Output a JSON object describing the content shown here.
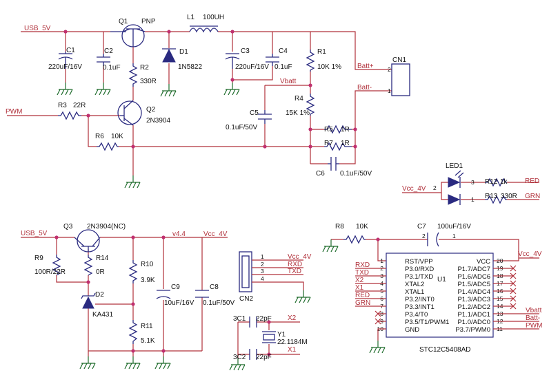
{
  "nets": {
    "usb5v_top": "USB_5V",
    "usb5v_bottom": "USB_5V",
    "pwm_in": "PWM",
    "vbatt": "Vbatt",
    "batt_plus": "Batt+",
    "batt_minus": "Batt-",
    "vcc_led": "Vcc_4V",
    "red": "RED",
    "grn": "GRN",
    "v44": "v4.4",
    "vcc4v": "Vcc_4V",
    "cn2_vcc": "Vcc_4V",
    "cn2_rxd": "RXD",
    "cn2_txd": "TXD",
    "x2": "X2",
    "x1": "X1",
    "u1_rxd": "RXD",
    "u1_txd": "TXD",
    "u1_x2": "X2",
    "u1_x1": "X1",
    "u1_red": "RED",
    "u1_grn": "GRN",
    "u1_vcc": "Vcc_4V",
    "u1_vbatt": "Vbatt",
    "u1_battm": "Batt-",
    "u1_pwm": "PWM"
  },
  "components": {
    "c1": {
      "ref": "C1",
      "value": "220uF/16V"
    },
    "c2": {
      "ref": "C2",
      "value": "0.1uF"
    },
    "q1": {
      "ref": "Q1",
      "value": "PNP"
    },
    "l1": {
      "ref": "L1",
      "value": "100UH"
    },
    "d1": {
      "ref": "D1",
      "value": "1N5822"
    },
    "c3": {
      "ref": "C3",
      "value": "220uF/16V"
    },
    "c4": {
      "ref": "C4",
      "value": "0.1uF"
    },
    "r1": {
      "ref": "R1",
      "value": "10K 1%"
    },
    "cn1": {
      "ref": "CN1",
      "pin2": "2",
      "pin1": "1"
    },
    "r2": {
      "ref": "R2",
      "value": "330R"
    },
    "r3": {
      "ref": "R3",
      "value": "22R"
    },
    "q2": {
      "ref": "Q2",
      "value": "2N3904"
    },
    "r6": {
      "ref": "R6",
      "value": "10K"
    },
    "r4": {
      "ref": "R4",
      "value": "15K 1%"
    },
    "c5": {
      "ref": "C5",
      "value": "0.1uF/50V"
    },
    "r5": {
      "ref": "R5",
      "value": "1R"
    },
    "r7": {
      "ref": "R7",
      "value": "1R"
    },
    "c6": {
      "ref": "C6",
      "value": "0.1uF/50V"
    },
    "led1": {
      "ref": "LED1",
      "pin2": "2",
      "pin3": "3",
      "pin1": "1"
    },
    "r12": {
      "ref": "R12",
      "value": "1k"
    },
    "r13": {
      "ref": "R13",
      "value": "330R"
    },
    "q3": {
      "ref": "Q3",
      "value": "2N3904(NC)"
    },
    "r9": {
      "ref": "R9",
      "value": "100R/22R"
    },
    "r14": {
      "ref": "R14",
      "value": "0R"
    },
    "d2": {
      "ref": "D2",
      "value": "KA431"
    },
    "r10": {
      "ref": "R10",
      "value": "3.9K"
    },
    "r11": {
      "ref": "R11",
      "value": "5.1K"
    },
    "c9": {
      "ref": "C9",
      "value": "10uF/16V"
    },
    "c8": {
      "ref": "C8",
      "value": "0.1uF/50V"
    },
    "cn2": {
      "ref": "CN2",
      "pins": [
        "1",
        "2",
        "3",
        "4"
      ]
    },
    "r8": {
      "ref": "R8",
      "value": "10K"
    },
    "c7": {
      "ref": "C7",
      "value": "100uF/16V",
      "pin2": "2",
      "pin1": "1"
    },
    "c1x": {
      "ref": "3C1",
      "value": "22pF"
    },
    "c2x": {
      "ref": "3C2",
      "value": "22pF"
    },
    "y1": {
      "ref": "Y1",
      "value": "22.1184M"
    },
    "u1": {
      "ref": "U1",
      "part": "STC12C5408AD"
    }
  },
  "u1_left": [
    {
      "num": "1",
      "name": "RST/VPP"
    },
    {
      "num": "2",
      "name": "P3.0/RXD"
    },
    {
      "num": "3",
      "name": "P3.1/TXD"
    },
    {
      "num": "4",
      "name": "XTAL2"
    },
    {
      "num": "5",
      "name": "XTAL1"
    },
    {
      "num": "6",
      "name": "P3.2/INT0"
    },
    {
      "num": "7",
      "name": "P3.3/INT1"
    },
    {
      "num": "8",
      "name": "P3.4/T0"
    },
    {
      "num": "9",
      "name": "P3.5/T1/PWM1"
    },
    {
      "num": "10",
      "name": "GND"
    }
  ],
  "u1_right": [
    {
      "num": "20",
      "name": "VCC"
    },
    {
      "num": "19",
      "name": "P1.7/ADC7"
    },
    {
      "num": "18",
      "name": "P1.6/ADC6"
    },
    {
      "num": "17",
      "name": "P1.5/ADC5"
    },
    {
      "num": "16",
      "name": "P1.4/ADC4"
    },
    {
      "num": "15",
      "name": "P1.3/ADC3"
    },
    {
      "num": "14",
      "name": "P1.2/ADC2"
    },
    {
      "num": "13",
      "name": "P1.1/ADC1"
    },
    {
      "num": "12",
      "name": "P1.0/ADC0"
    },
    {
      "num": "11",
      "name": "P3.7/PWM0"
    }
  ],
  "colors": {
    "wire": "#b0303a",
    "component": "#2a2a80",
    "ground": "#1d6b2a",
    "junction": "#c03070"
  }
}
